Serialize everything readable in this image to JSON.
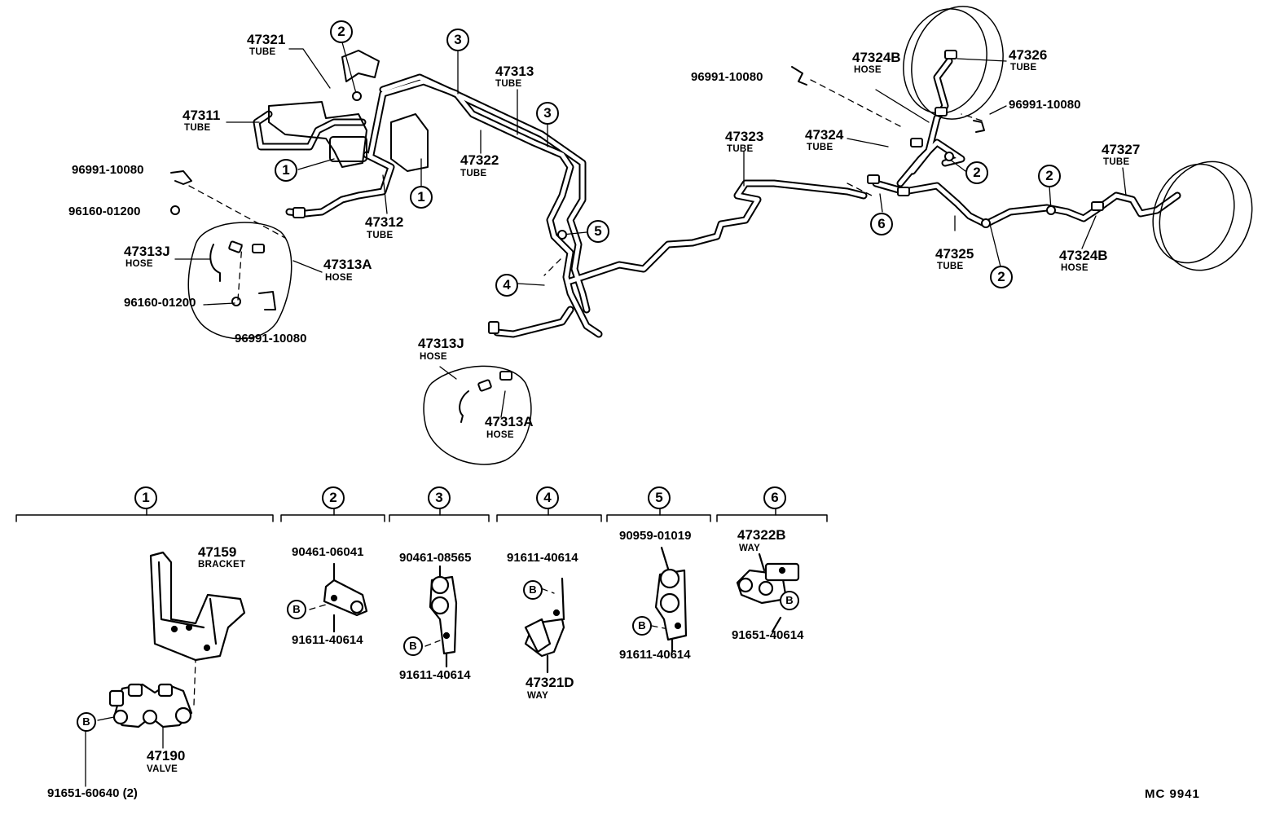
{
  "refs": {
    "r1": "1",
    "r2": "2",
    "r3": "3",
    "r4": "4",
    "r5": "5",
    "r6": "6",
    "b": "B"
  },
  "names": {
    "tube": "TUBE",
    "hose": "HOSE",
    "bracket": "BRACKET",
    "valve": "VALVE",
    "way": "WAY"
  },
  "parts": {
    "p47321": "47321",
    "p47311": "47311",
    "p47313": "47313",
    "p47322": "47322",
    "p47312": "47312",
    "p47313J": "47313J",
    "p47313A": "47313A",
    "p47324B": "47324B",
    "p47326": "47326",
    "p47324": "47324",
    "p47323": "47323",
    "p47325": "47325",
    "p47327": "47327",
    "p96991": "96991-10080",
    "p96160": "96160-01200",
    "p47159": "47159",
    "p47190": "47190",
    "p91651_60640": "91651-60640 (2)",
    "p90461_06041": "90461-06041",
    "p91611_40614": "91611-40614",
    "p90461_08565": "90461-08565",
    "p47321D": "47321D",
    "p90959_01019": "90959-01019",
    "p47322B": "47322B",
    "p91651_40614": "91651-40614"
  },
  "diagram_code": "MC  9941"
}
